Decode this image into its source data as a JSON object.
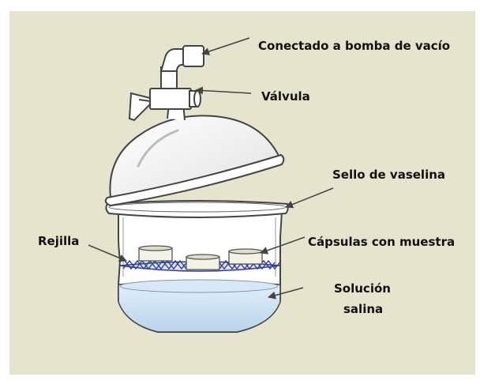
{
  "colors": {
    "background": "#e7e4ce",
    "frame": "#ffffff",
    "glass_outline": "#444444",
    "glass_fill": "#ffffff",
    "grid_mesh": "#2b3d9c",
    "saline_solution": "#cfe2f2",
    "arrow": "#444444"
  },
  "labels": {
    "vacuum_pump": "Conectado a bomba de vacío",
    "valve": "Válvula",
    "vaseline_seal": "Sello de vaselina",
    "grid": "Rejilla",
    "sample_capsules": "Cápsulas con muestra",
    "saline_line1": "Solución",
    "saline_line2": "salina"
  }
}
